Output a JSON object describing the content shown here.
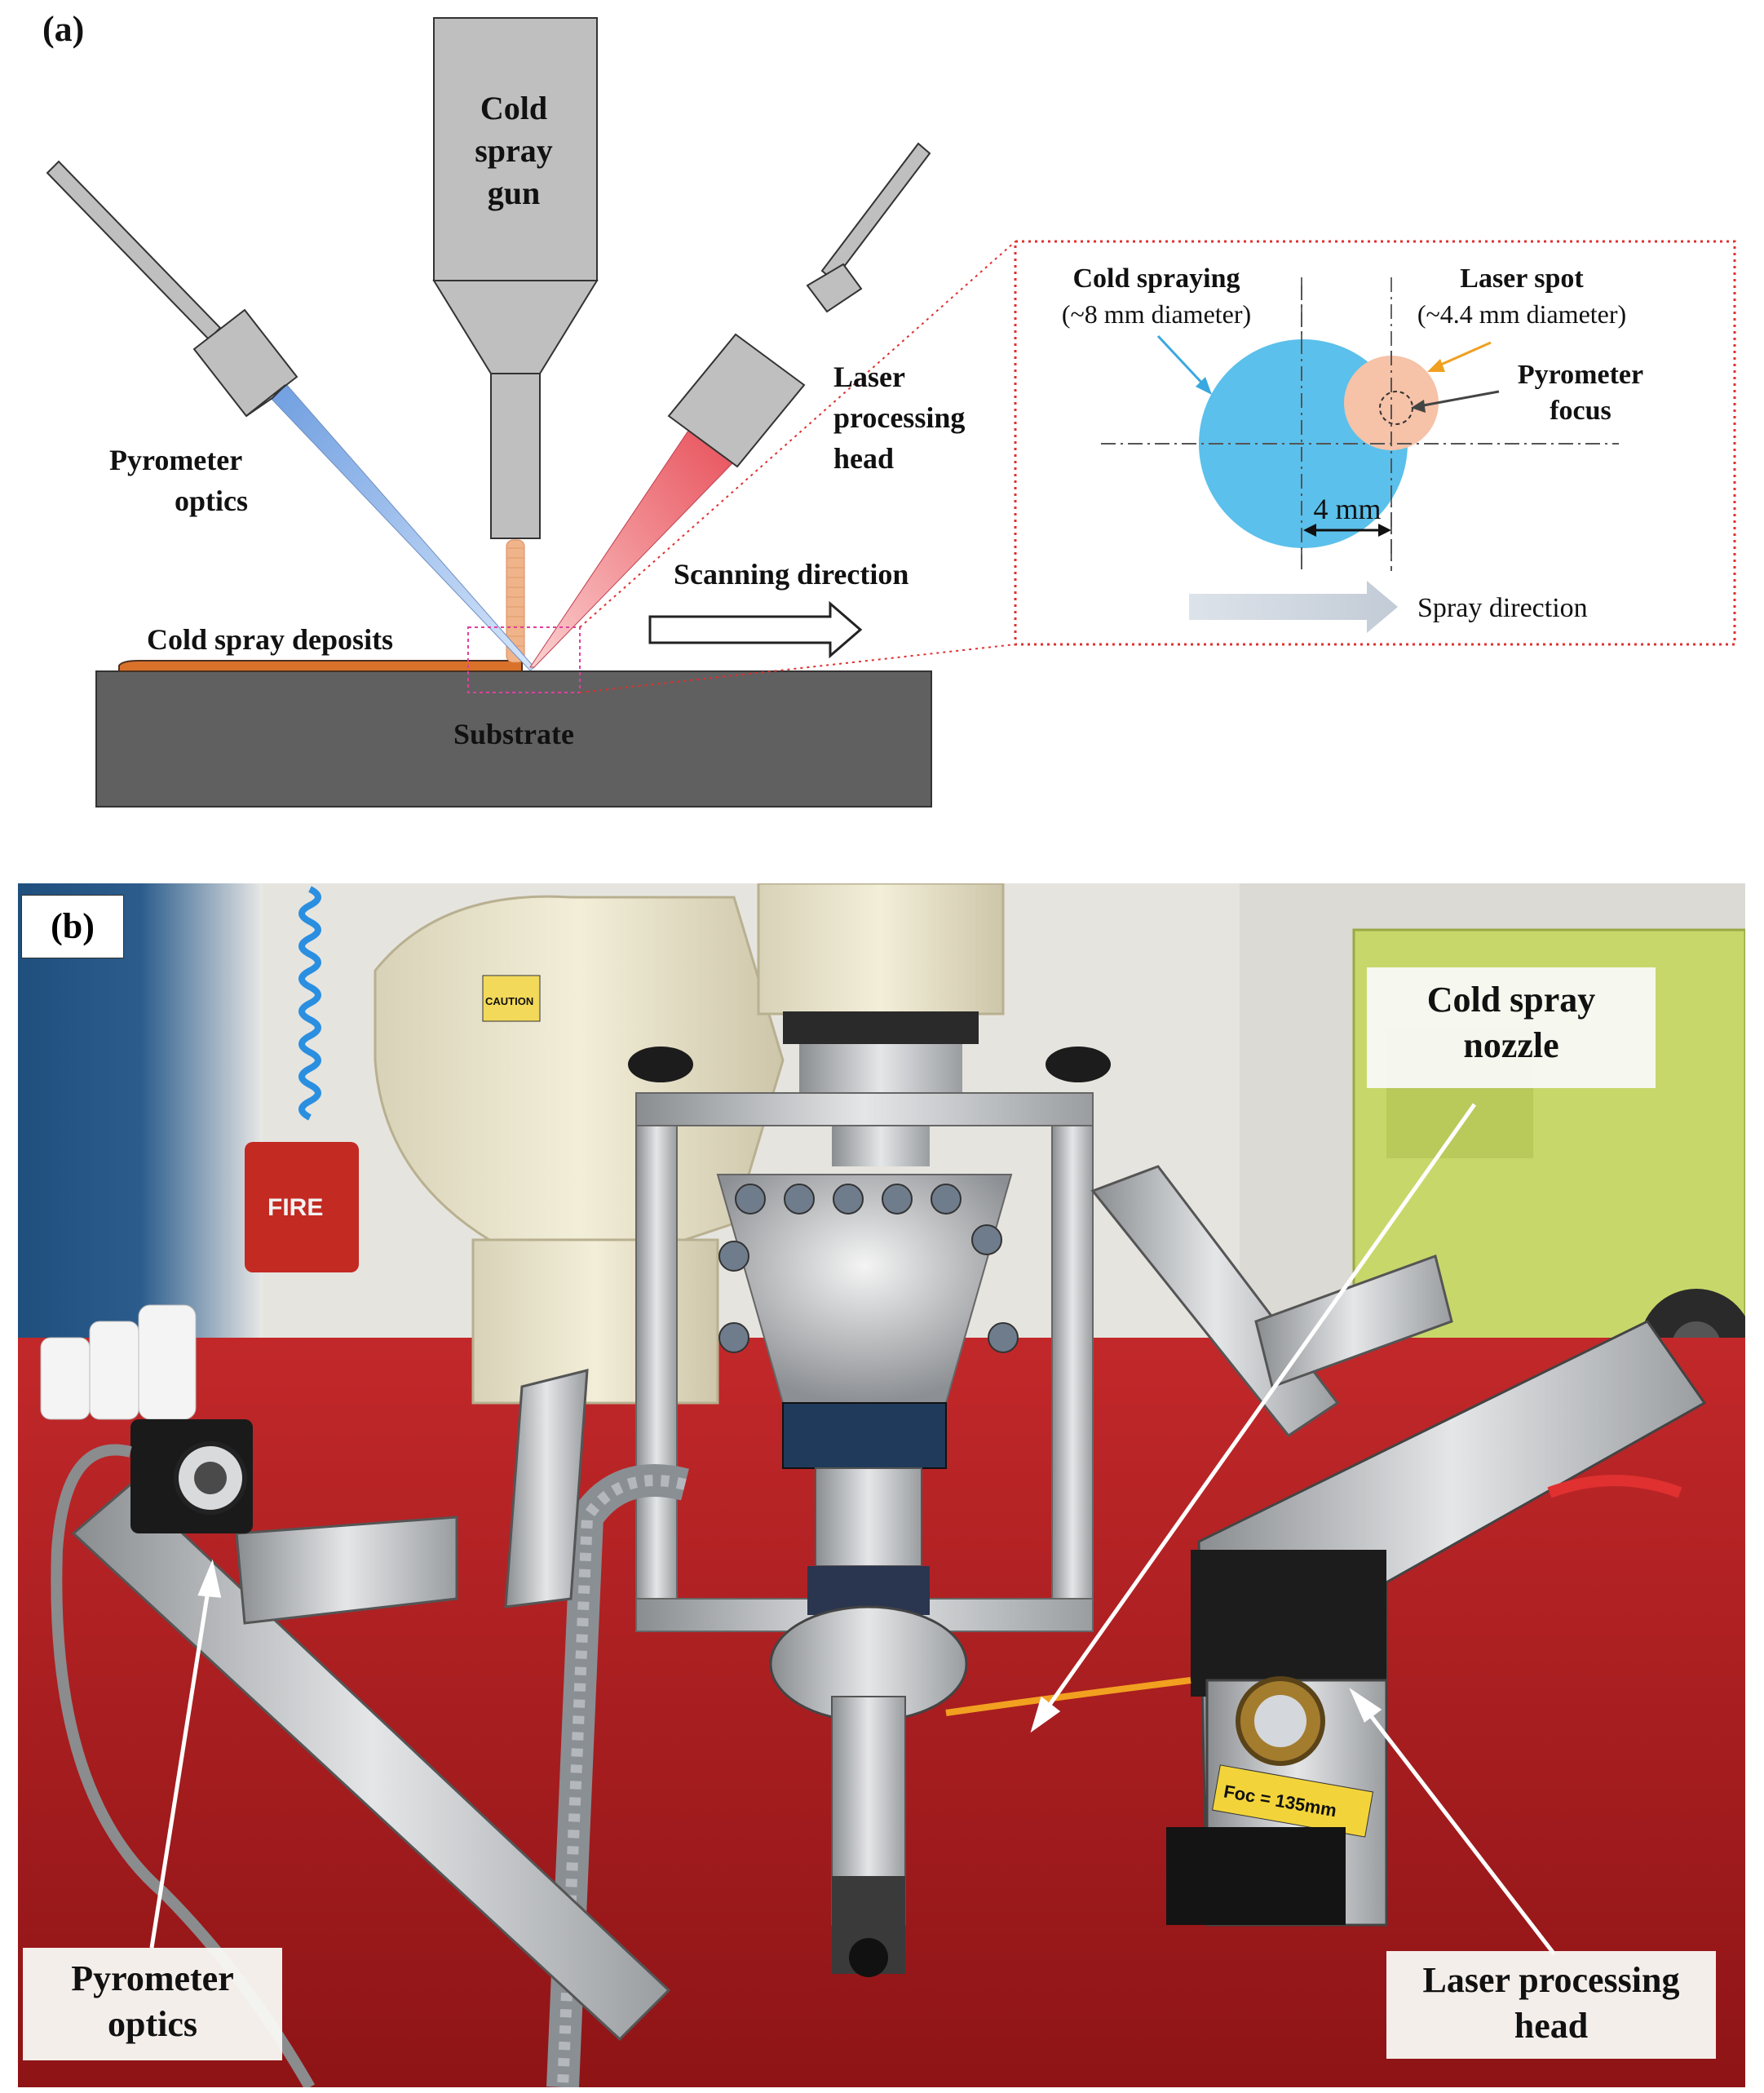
{
  "panel_a": {
    "tag": "(a)",
    "gun_label": [
      "Cold",
      "spray",
      "gun"
    ],
    "pyrometer_label": [
      "Pyrometer",
      "optics"
    ],
    "laser_label": [
      "Laser",
      "processing",
      "head"
    ],
    "scanning_label": "Scanning direction",
    "deposits_label": "Cold spray deposits",
    "substrate_label": "Substrate",
    "inset": {
      "cold_spraying_title": "Cold spraying",
      "cold_spraying_sub": "(~8 mm diameter)",
      "laser_spot_title": "Laser spot",
      "laser_spot_sub": "(~4.4 mm diameter)",
      "pyrometer_focus": [
        "Pyrometer",
        "focus"
      ],
      "offset_label": "4 mm",
      "spray_direction": "Spray direction"
    }
  },
  "panel_b": {
    "tag": "(b)",
    "nozzle_label": [
      "Cold spray",
      "nozzle"
    ],
    "pyrometer_label": [
      "Pyrometer",
      "optics"
    ],
    "laser_label": [
      "Laser processing",
      "head"
    ],
    "focus_plate_text": "Foc = 135mm",
    "caution_text": "CAUTION",
    "fire_text": "FIRE"
  },
  "colors": {
    "gun_gray": "#bfbfbf",
    "substrate_gray": "#606060",
    "spray_blue": "#5bc0eb",
    "laser_spot": "#f6c2a8",
    "laser_beam": "#f08080",
    "pyro_beam": "#8fb4e6",
    "inset_border": "#e03030",
    "photo_red_floor": "#b81e1e"
  }
}
